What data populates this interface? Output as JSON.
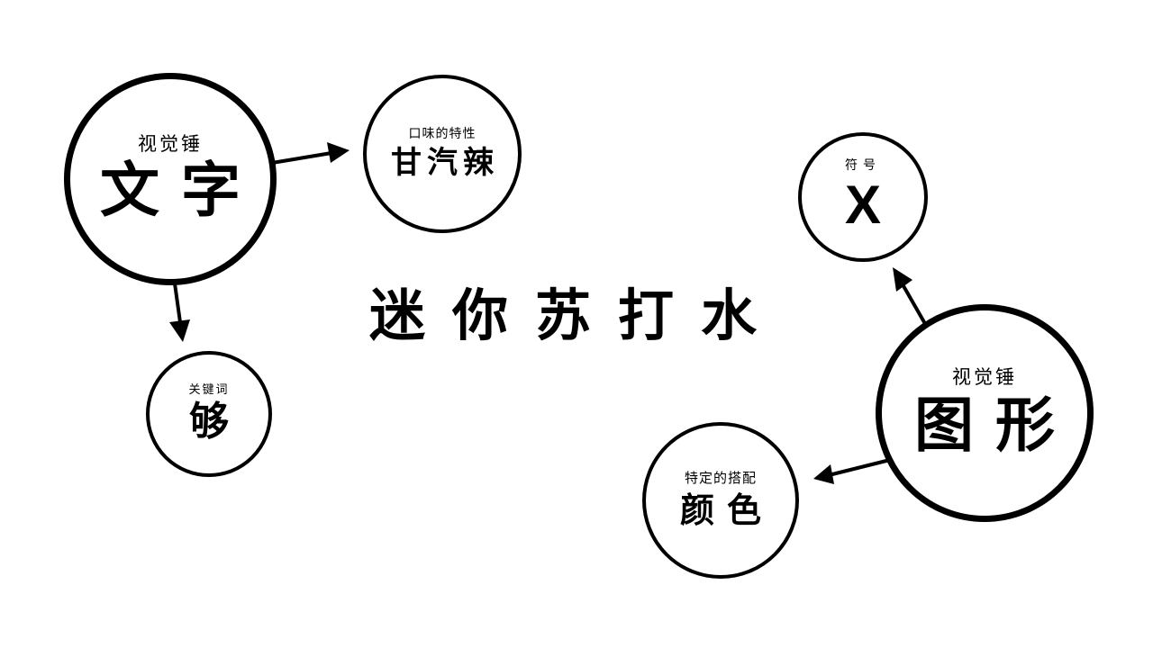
{
  "center_title": "迷你苏打水",
  "nodes": {
    "wenzi": {
      "label": "视觉锤",
      "title": "文字"
    },
    "ganqila": {
      "label": "口味的特性",
      "title": "甘汽辣"
    },
    "gou": {
      "label": "关键词",
      "title": "够"
    },
    "x": {
      "label": "符号",
      "title": "X"
    },
    "tuxing": {
      "label": "视觉锤",
      "title": "图形"
    },
    "yanse": {
      "label": "特定的搭配",
      "title": "颜色"
    }
  },
  "colors": {
    "stroke": "#000000",
    "background": "#ffffff"
  }
}
